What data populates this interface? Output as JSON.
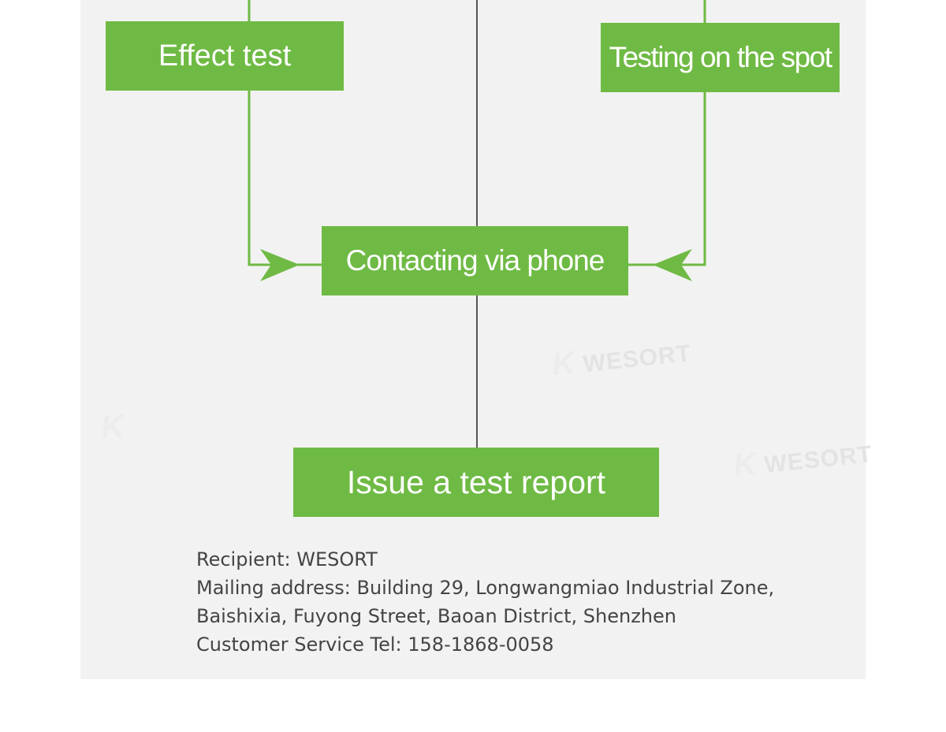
{
  "diagram": {
    "nodes": {
      "effect_test": "Effect test",
      "testing_on_spot": "Testing on the spot",
      "contacting_phone": "Contacting via phone",
      "issue_report": "Issue a test report"
    },
    "edges": [
      {
        "from": "Effect test",
        "to": "Contacting via phone"
      },
      {
        "from": "Testing on the spot",
        "to": "Contacting via phone"
      },
      {
        "from": "Contacting via phone",
        "to": "Issue a test report"
      }
    ]
  },
  "watermark": {
    "brand": "WESORT"
  },
  "contact": {
    "recipient": "Recipient: WESORT",
    "address_line1": "Mailing address: Building 29, Longwangmiao Industrial Zone,",
    "address_line2": "Baishixia, Fuyong Street, Baoan District, Shenzhen",
    "phone": "Customer Service Tel: 158-1868-0058"
  },
  "colors": {
    "accent_green": "#6fba44",
    "panel_gray": "#f2f2f2",
    "line_dark": "#222222"
  }
}
